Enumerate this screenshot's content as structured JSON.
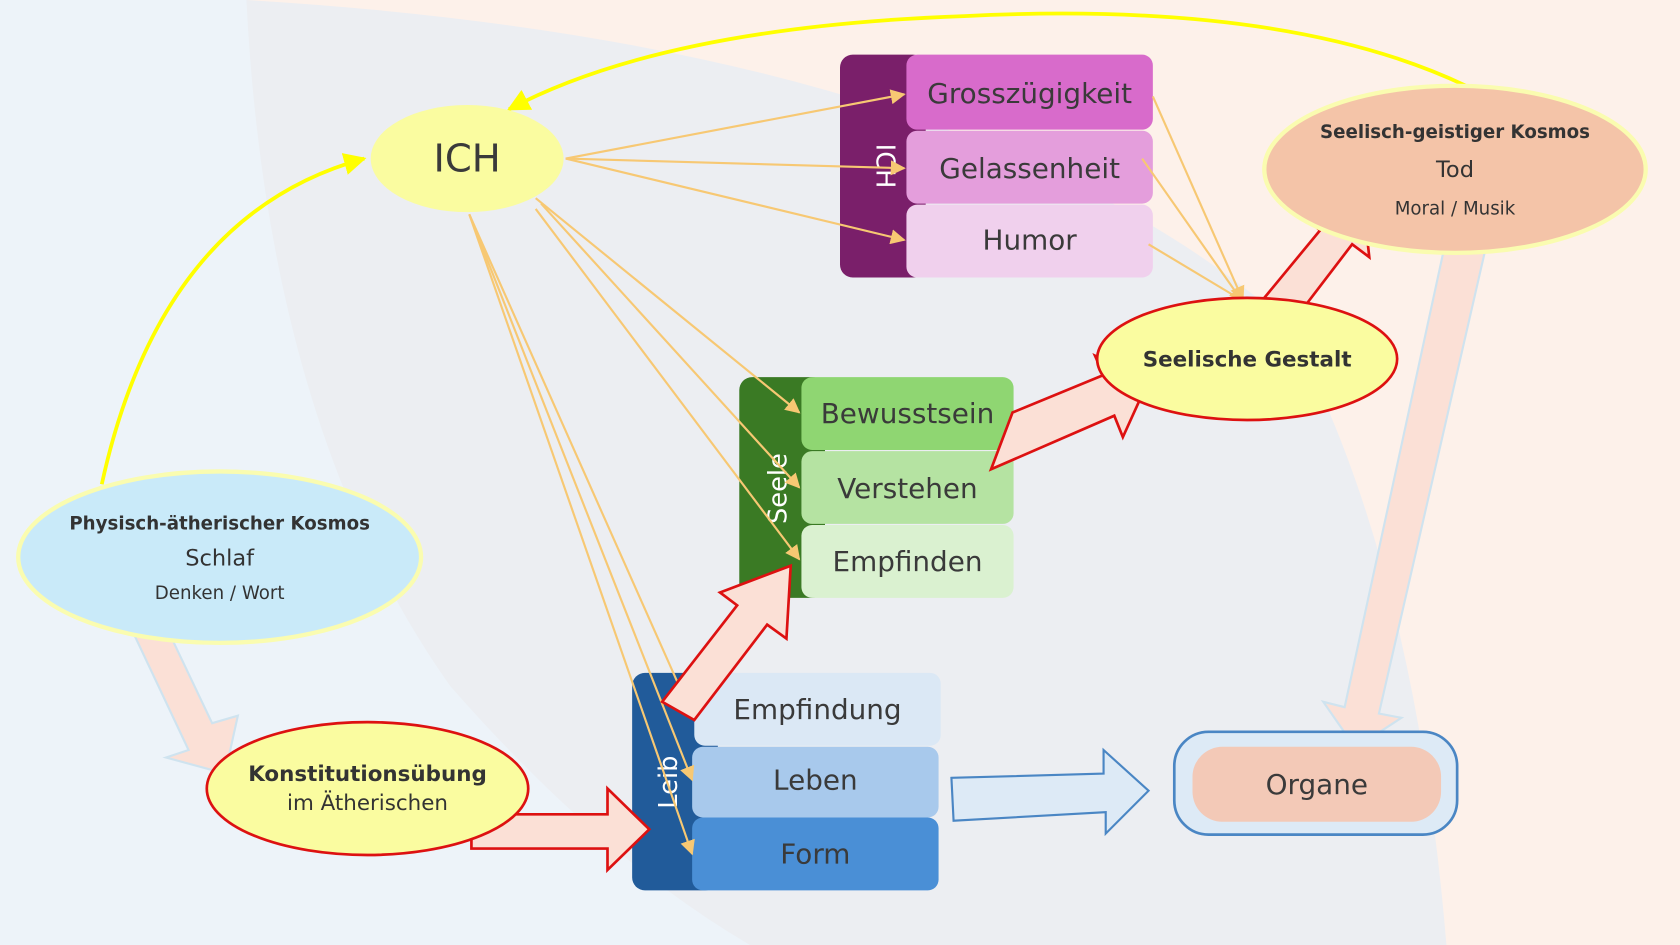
{
  "diagram": {
    "colors": {
      "background_left": "#edf3f9",
      "background_middle": "#eceef2",
      "background_right": "#fdf1ea",
      "yellow_curve": "#ffff00",
      "thin_arrow": "#f7c873",
      "red_arrow_stroke": "#dd1111",
      "red_arrow_fill": "#fbe0d6",
      "ich_group": "#7a1f6a",
      "seele_group": "#3a7a24",
      "leib_group": "#215b9a"
    },
    "ich_node": {
      "label": "ICH"
    },
    "ich_group": {
      "label": "ICH",
      "items": [
        {
          "label": "Grosszügigkeit",
          "color": "#d86bcb"
        },
        {
          "label": "Gelassenheit",
          "color": "#e49edc"
        },
        {
          "label": "Humor",
          "color": "#f0d0ed"
        }
      ]
    },
    "seele_group": {
      "label": "Seele",
      "items": [
        {
          "label": "Bewusstsein",
          "color": "#8fd672"
        },
        {
          "label": "Verstehen",
          "color": "#b5e3a2"
        },
        {
          "label": "Empfinden",
          "color": "#daf1d0"
        }
      ]
    },
    "leib_group": {
      "label": "Leib",
      "items": [
        {
          "label": "Empfindung",
          "color": "#dbe8f5"
        },
        {
          "label": "Leben",
          "color": "#a8c9ec"
        },
        {
          "label": "Form",
          "color": "#4a8fd6"
        }
      ]
    },
    "physisch_kosmos": {
      "title": "Physisch-ätherischer Kosmos",
      "line1": "Schlaf",
      "line2": "Denken / Wort"
    },
    "seelisch_kosmos": {
      "title": "Seelisch-geistiger Kosmos",
      "line1": "Tod",
      "line2": "Moral / Musik"
    },
    "konstitution": {
      "title": "Konstitutionsübung",
      "line1": "im Ätherischen"
    },
    "seelische_gestalt": {
      "label": "Seelische Gestalt"
    },
    "organe": {
      "label": "Organe"
    }
  }
}
